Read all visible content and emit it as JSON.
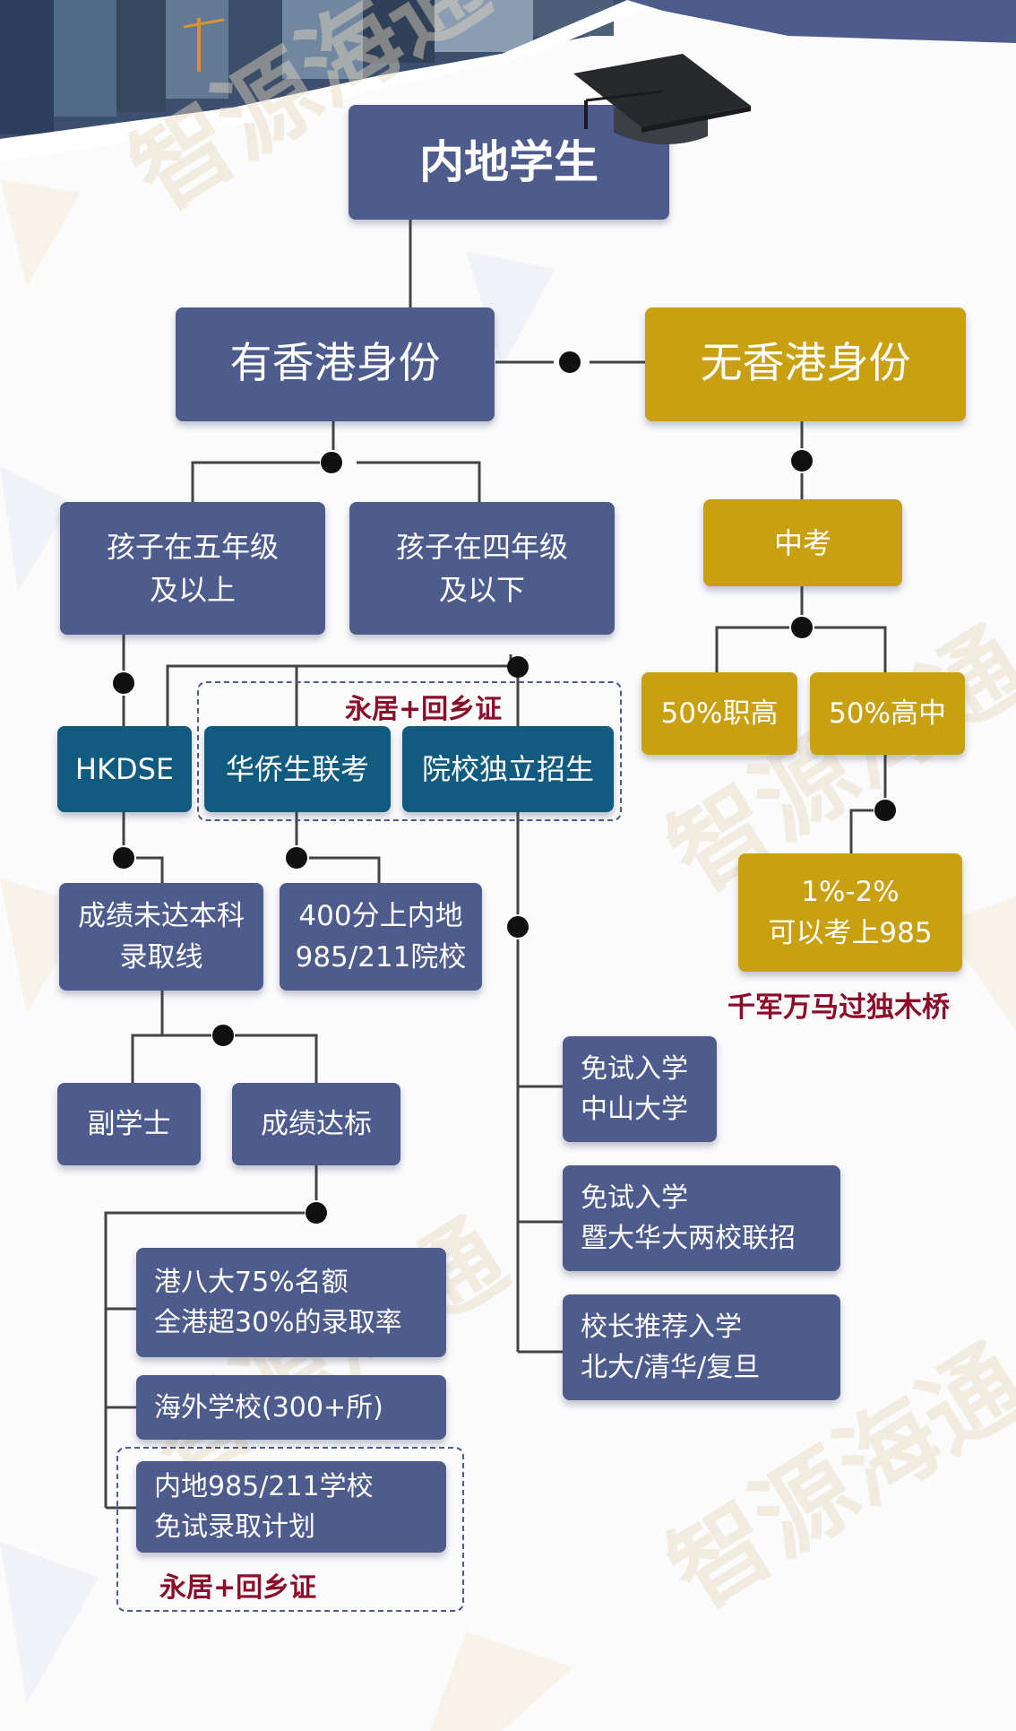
{
  "palette": {
    "navy": "#4d5b8d",
    "gold": "#c8a011",
    "teal": "#125b80",
    "red_note": "#8b0d2a",
    "watermark": "#e7d8bf"
  },
  "watermark": "智源海通",
  "icons": {
    "header_photo": "city-skyline-icon",
    "cap": "graduation-cap-icon"
  },
  "root": "内地学生",
  "branch_hk": "有香港身份",
  "branch_no_hk": "无香港身份",
  "grade_5": [
    "孩子在五年级",
    "及以上"
  ],
  "grade_4": [
    "孩子在四年级",
    "及以下"
  ],
  "zhongkao": "中考",
  "vocational": "50%职高",
  "highschool": "50%高中",
  "top985": [
    "1%-2%",
    "可以考上985"
  ],
  "top985_note": "千军万马过独木桥",
  "hkdse": "HKDSE",
  "overseas_chinese_exam": "华侨生联考",
  "independent_admission": "院校独立招生",
  "requirement_note": "永居+回乡证",
  "below_line": [
    "成绩未达本科",
    "录取线"
  ],
  "score_400": [
    "400分上内地",
    "985/211院校"
  ],
  "associate": "副学士",
  "meets_standard": "成绩达标",
  "hk8": [
    "港八大75%名额",
    "全港超30%的录取率"
  ],
  "overseas_schools": "海外学校(300+所)",
  "mainland_plan": [
    "内地985/211学校",
    "免试录取计划"
  ],
  "mainland_plan_note": "永居+回乡证",
  "zhongshan": [
    "免试入学",
    "中山大学"
  ],
  "jinan_huaqiao": [
    "免试入学",
    "暨大华大两校联招"
  ],
  "principal": [
    "校长推荐入学",
    "北大/清华/复旦"
  ]
}
